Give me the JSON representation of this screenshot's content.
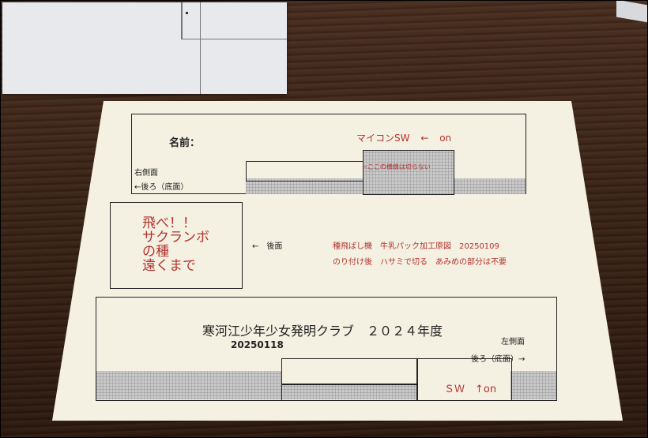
{
  "top_panel": {
    "name_label": "名前：",
    "mycom_label": "マイコンSW",
    "mycom_arrow": "←",
    "mycom_on": "on",
    "no_cut_note": "←ここの横線は切らない",
    "right_side": "右側面",
    "back_bottom": "←後ろ（底面）"
  },
  "middle_panel": {
    "slogan_lines": [
      "飛べ！！",
      "サクランボ",
      "の種",
      "遠くまで"
    ],
    "back_face": "←　後面",
    "info_line1": "種飛ばし機　牛乳パック加工原図　20250109",
    "info_line2": "のり付け後　ハサミで切る　あみめの部分は不要"
  },
  "bottom_panel": {
    "title": "寒河江少年少女発明クラブ　２０２４年度",
    "date": "20250118",
    "left_side": "左側面",
    "back_bottom": "後ろ（底面）→",
    "sw_label": "ＳＷ　↑on"
  }
}
